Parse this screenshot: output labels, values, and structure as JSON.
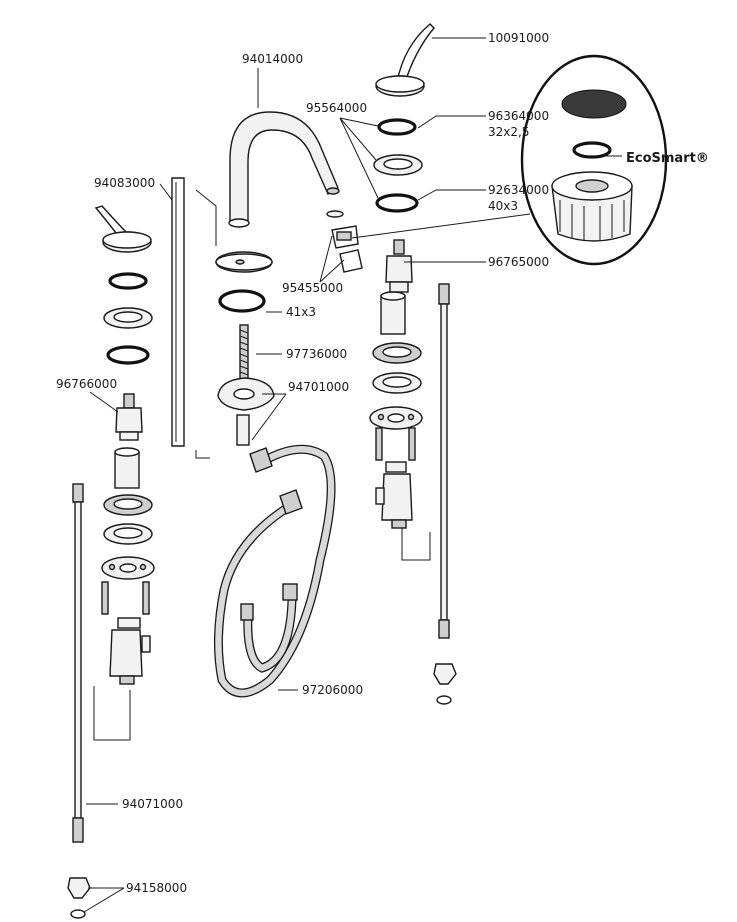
{
  "labels": {
    "p10091000": "10091000",
    "p94014000": "94014000",
    "p95564000": "95564000",
    "p96364000": "96364000",
    "p96364000_size": "32x2,5",
    "p92634000": "92634000",
    "p92634000_size": "40x3",
    "p94083000": "94083000",
    "p95455000": "95455000",
    "p96765000": "96765000",
    "oring_size": "41x3",
    "p97736000": "97736000",
    "p94701000": "94701000",
    "p96766000": "96766000",
    "p97206000": "97206000",
    "p94071000": "94071000",
    "p94158000": "94158000",
    "ecosmart": "EcoSmart®"
  }
}
